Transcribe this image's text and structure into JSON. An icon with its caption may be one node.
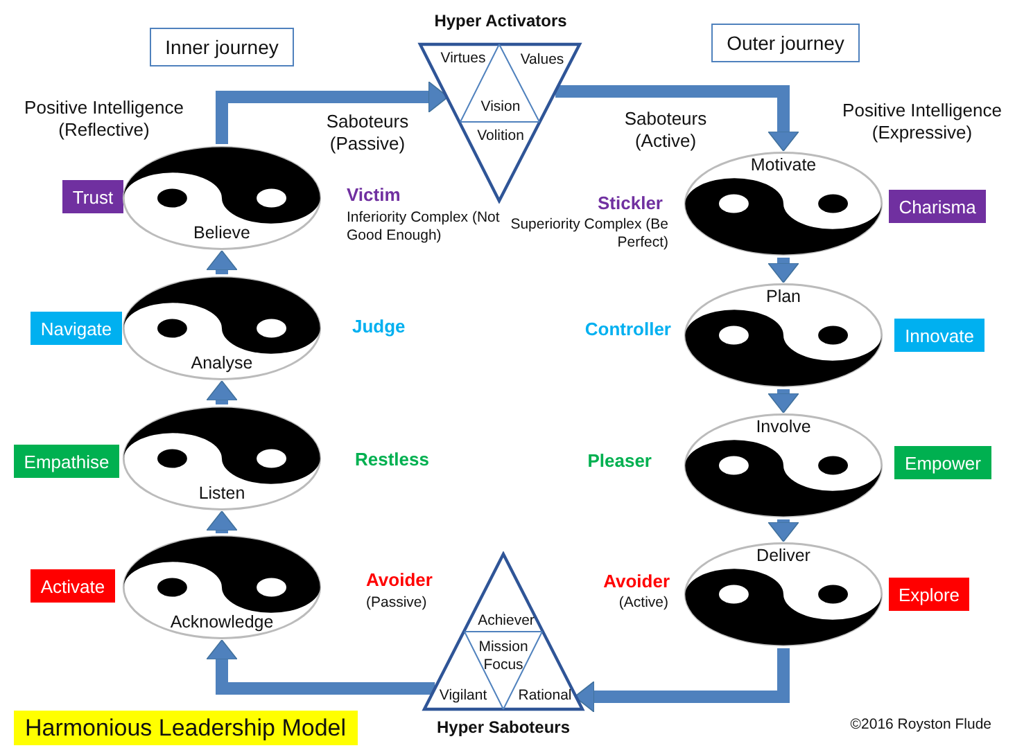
{
  "diagram": {
    "title": "Harmonious Leadership Model",
    "nodes": [
      {
        "text": [
          "Inner journey"
        ]
      },
      {
        "text": [
          "Hyper Activators",
          "Virtues",
          "Values",
          "Vision",
          "Volition"
        ]
      },
      {
        "text": [
          "Outer journey"
        ]
      },
      {
        "text": [
          "Trust"
        ]
      },
      {
        "text": [
          "Believe"
        ]
      },
      {
        "text": [
          "Motivate"
        ]
      },
      {
        "text": [
          "Charisma"
        ]
      },
      {
        "text": [
          "Navigate"
        ]
      },
      {
        "text": [
          "Analyse"
        ]
      },
      {
        "text": [
          "Plan"
        ]
      },
      {
        "text": [
          "Innovate"
        ]
      },
      {
        "text": [
          "Empathise"
        ]
      },
      {
        "text": [
          "Listen"
        ]
      },
      {
        "text": [
          "Involve"
        ]
      },
      {
        "text": [
          "Empower"
        ]
      },
      {
        "text": [
          "Activate"
        ]
      },
      {
        "text": [
          "Acknowledge"
        ]
      },
      {
        "text": [
          "Deliver"
        ]
      },
      {
        "text": [
          "Explore"
        ]
      },
      {
        "text": [
          "Achiever",
          "Mission Focus",
          "Vigilant",
          "Rational",
          "Hyper Saboteurs"
        ]
      }
    ],
    "edges": [
      {
        "from": 16,
        "to": 12,
        "arrow": "to"
      },
      {
        "from": 12,
        "to": 8,
        "arrow": "to"
      },
      {
        "from": 8,
        "to": 4,
        "arrow": "to"
      },
      {
        "from": 4,
        "to": 1,
        "arrow": "to"
      },
      {
        "from": 1,
        "to": 5,
        "arrow": "to"
      },
      {
        "from": 5,
        "to": 9,
        "arrow": "to"
      },
      {
        "from": 9,
        "to": 13,
        "arrow": "to"
      },
      {
        "from": 13,
        "to": 17,
        "arrow": "to"
      },
      {
        "from": 17,
        "to": 19,
        "arrow": "to"
      },
      {
        "from": 19,
        "to": 16,
        "arrow": "to"
      }
    ],
    "labels": [
      "Positive Intelligence (Reflective)",
      "Saboteurs (Passive)",
      "Victim",
      "Inferiority Complex (Not Good Enough)",
      "Saboteurs (Active)",
      "Positive Intelligence (Expressive)",
      "Stickler",
      "Superiority Complex (Be Perfect)",
      "Judge",
      "Controller",
      "Restless",
      "Pleaser",
      "Avoider",
      "(Passive)",
      "Avoider",
      "(Active)",
      "©2016 Royston Flude"
    ]
  }
}
